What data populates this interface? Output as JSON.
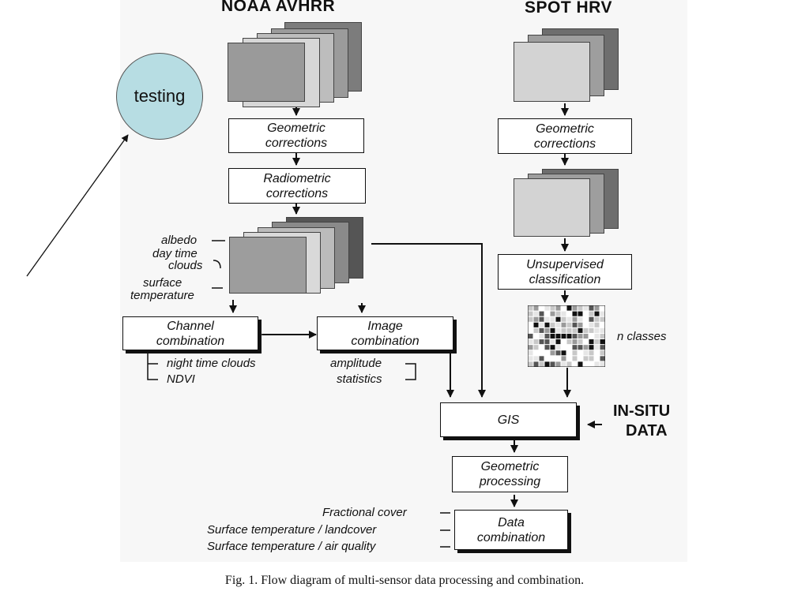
{
  "headers": {
    "noaa": "NOAA  AVHRR",
    "spot": "SPOT HRV"
  },
  "callout": {
    "text": "testing",
    "fill": "#b7dde3"
  },
  "boxes": {
    "noaa_geometric": "Geometric\ncorrections",
    "radiometric": "Radiometric\ncorrections",
    "spot_geometric": "Geometric\ncorrections",
    "unsupervised": "Unsupervised\nclassification",
    "channel_combination": "Channel\ncombination",
    "image_combination": "Image\ncombination",
    "gis": "GIS",
    "geometric_processing": "Geometric\nprocessing",
    "data_combination": "Data\ncombination"
  },
  "labels": {
    "albedo": "albedo",
    "day_time": "day time",
    "clouds": "clouds",
    "surface": "surface",
    "temperature": "temperature",
    "night_time_clouds": "night time clouds",
    "ndvi": "NDVI",
    "amplitude": "amplitude",
    "statistics": "statistics",
    "n_classes": "n classes",
    "in_situ_line1": "IN-SITU",
    "in_situ_line2": "DATA",
    "fractional_cover": "Fractional cover",
    "surface_temp_landcover": "Surface temperature / landcover",
    "surface_temp_air_quality": "Surface temperature / air quality"
  },
  "caption": "Fig. 1. Flow diagram of multi-sensor data processing and combination.",
  "colors": {
    "line": "#111111",
    "panel": "#f7f7f7"
  }
}
